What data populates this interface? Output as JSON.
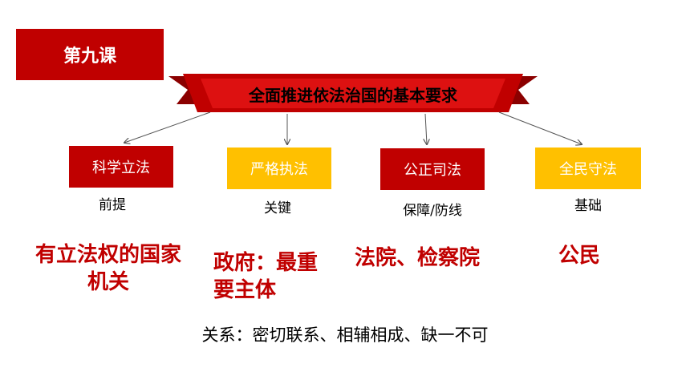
{
  "lesson": {
    "label": "第九课"
  },
  "banner": {
    "title": "全面推进依法治国的基本要求"
  },
  "requirements": [
    {
      "label": "科学立法",
      "role": "前提",
      "subject": "有立法权的国家机关",
      "style": "red"
    },
    {
      "label": "严格执法",
      "role": "关键",
      "subject": "政府：最重要主体",
      "style": "yellow"
    },
    {
      "label": "公正司法",
      "role": "保障/防线",
      "subject": "法院、检察院",
      "style": "red"
    },
    {
      "label": "全民守法",
      "role": "基础",
      "subject": "公民",
      "style": "yellow"
    }
  ],
  "relation": {
    "text": "关系：密切联系、相辅相成、缺一不可"
  },
  "colors": {
    "red": "#c00000",
    "dark_red": "#8b0000",
    "yellow": "#ffc000",
    "arrow": "#555555"
  }
}
